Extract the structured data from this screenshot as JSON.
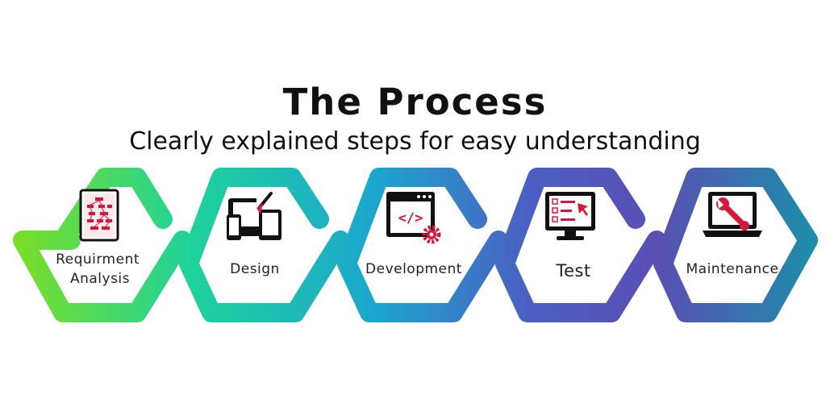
{
  "title": "The Process",
  "subtitle": "Clearly explained steps for easy understanding",
  "steps": [
    {
      "label_lines": [
        "Requirment",
        "Analysis"
      ],
      "icon": "flowchart-document-icon"
    },
    {
      "label_lines": [
        "Design"
      ],
      "icon": "devices-design-icon"
    },
    {
      "label_lines": [
        "Development"
      ],
      "icon": "code-window-gear-icon"
    },
    {
      "label_lines": [
        "Test"
      ],
      "icon": "checklist-monitor-icon"
    },
    {
      "label_lines": [
        "Maintenance"
      ],
      "icon": "laptop-wrench-icon"
    }
  ],
  "colors": {
    "gradient": [
      "#7ddf24",
      "#1fd39a",
      "#1ca6cf",
      "#4b5fc2",
      "#5a4fb4",
      "#1b8fa8"
    ],
    "icon_dark": "#111111",
    "icon_accent": "#d4183a",
    "text": "#111111"
  }
}
